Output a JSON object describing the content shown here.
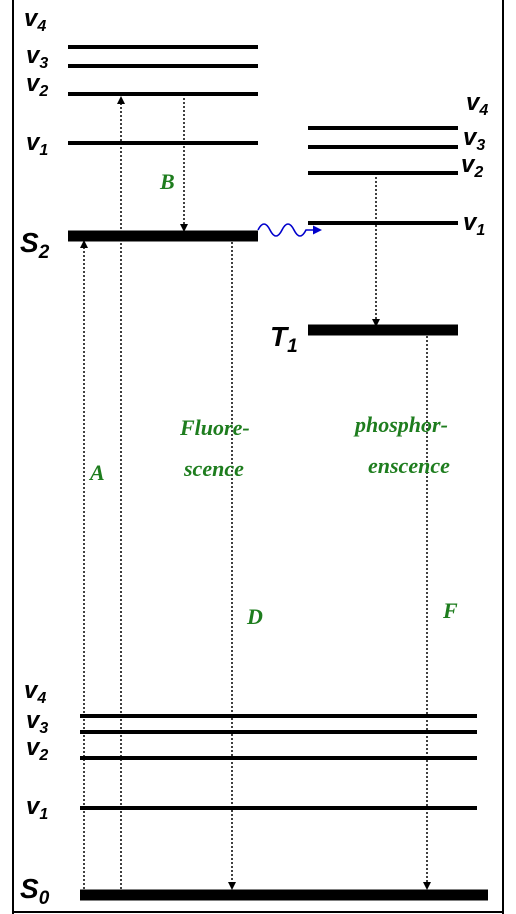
{
  "title": "",
  "colors": {
    "line": "#000000",
    "label_green": "#1e7d1e",
    "wavy_blue": "#0000cc"
  },
  "singlet_upper": {
    "state": "S",
    "state_sub": "2",
    "vib": [
      "v",
      "v",
      "v",
      "v"
    ],
    "vib_sub": [
      "1",
      "2",
      "3",
      "4"
    ]
  },
  "triplet": {
    "state": "T",
    "state_sub": "1",
    "vib": [
      "v",
      "v",
      "v",
      "v"
    ],
    "vib_sub": [
      "1",
      "2",
      "3",
      "4"
    ]
  },
  "ground": {
    "state": "S",
    "state_sub": "0",
    "vib": [
      "v",
      "v",
      "v",
      "v"
    ],
    "vib_sub": [
      "1",
      "2",
      "3",
      "4"
    ]
  },
  "labels": {
    "A": "A",
    "B": "B",
    "D": "D",
    "F": "F",
    "fluorescence_1": "Fluore-",
    "fluorescence_2": "scence",
    "phosphorescence_1": "phosphor-",
    "phosphorescence_2": "enscence"
  }
}
